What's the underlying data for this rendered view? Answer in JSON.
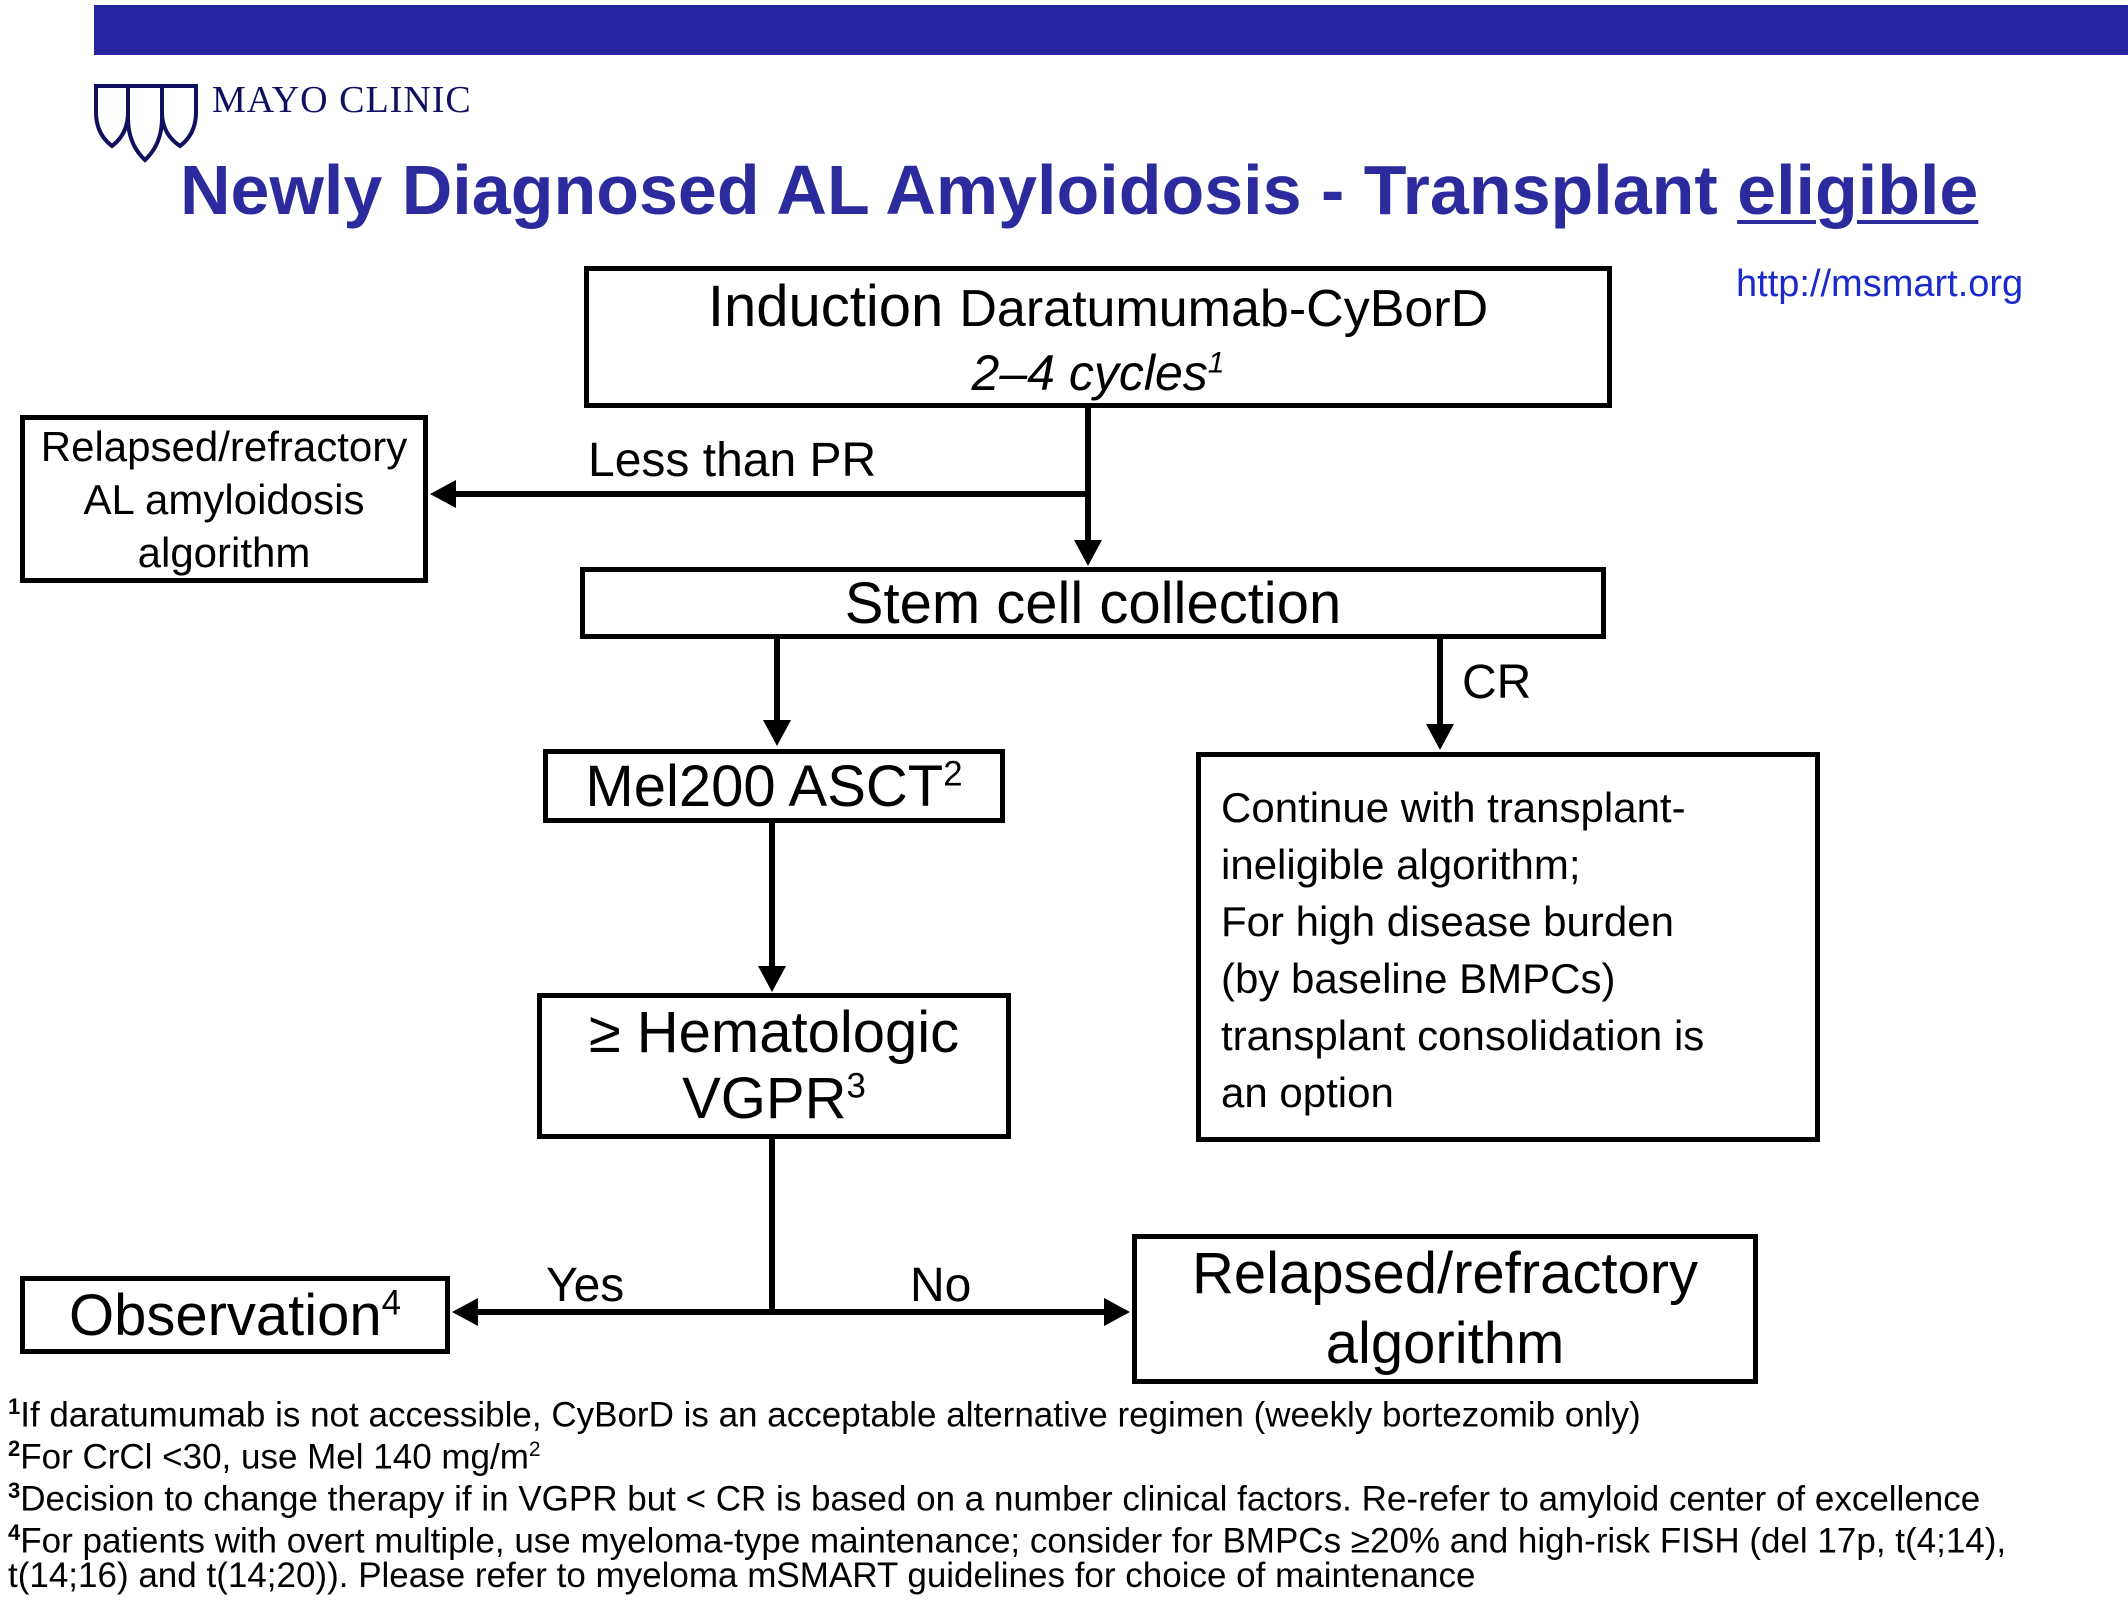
{
  "logo": {
    "text": "MAYO CLINIC"
  },
  "title": {
    "main": "Newly Diagnosed AL Amyloidosis - Transplant ",
    "underlined": "eligible"
  },
  "url": "http://msmart.org",
  "boxes": {
    "induction": {
      "word": "Induction",
      "drug": "Daratumumab-CyBorD",
      "cycles": "2–4 cycles",
      "sup": "1"
    },
    "relapsed_refractory_1": {
      "lines": [
        "Relapsed/refractory",
        "AL amyloidosis",
        "algorithm"
      ]
    },
    "stem_cell": "Stem cell collection",
    "mel200": {
      "text": "Mel200 ASCT",
      "sup": "2"
    },
    "hematologic": {
      "line1": "≥ Hematologic",
      "line2": "VGPR",
      "sup": "3"
    },
    "continue": {
      "lines": [
        "Continue with transplant-",
        "ineligible algorithm;",
        "For high disease burden",
        "(by baseline BMPCs)",
        "transplant consolidation is",
        "an option"
      ]
    },
    "observation": {
      "text": "Observation",
      "sup": "4"
    },
    "relapsed_refractory_2": {
      "lines": [
        "Relapsed/refractory",
        "algorithm"
      ]
    }
  },
  "edge_labels": {
    "less_than_pr": "Less than PR",
    "cr": "CR",
    "yes": "Yes",
    "no": "No"
  },
  "footnotes": [
    {
      "num": "1",
      "text": "If daratumumab is not accessible, CyBorD is an acceptable alternative regimen (weekly bortezomib only)"
    },
    {
      "num": "2",
      "text": "For CrCl <30, use Mel 140 mg/m",
      "sup": "2"
    },
    {
      "num": "3",
      "text": "Decision to change therapy if in VGPR but < CR is based on a number clinical factors. Re-refer to amyloid center of excellence"
    },
    {
      "num": "4",
      "text": "For patients with overt multiple, use myeloma-type maintenance; consider for BMPCs ≥20% and high-risk FISH (del 17p, t(4;14),"
    },
    {
      "num": "",
      "text": "t(14;16) and t(14;20)). Please refer to myeloma mSMART guidelines for choice of maintenance"
    }
  ],
  "colors": {
    "banner": "#2525a0",
    "title": "#2b2b9e",
    "url": "#1a2acb"
  }
}
